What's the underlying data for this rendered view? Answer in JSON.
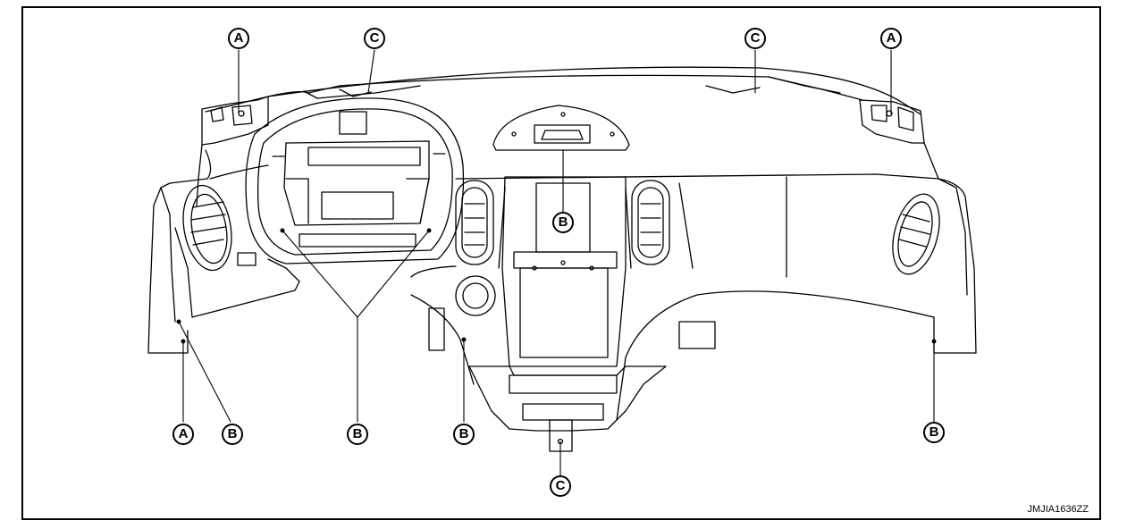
{
  "callouts": {
    "a1": "A",
    "a2": "A",
    "a3": "A",
    "b1": "B",
    "b2": "B",
    "b3": "B",
    "b4": "B",
    "b5": "B",
    "c1": "C",
    "c2": "C",
    "c3": "C"
  },
  "figure_code": "JMJIA1636ZZ"
}
